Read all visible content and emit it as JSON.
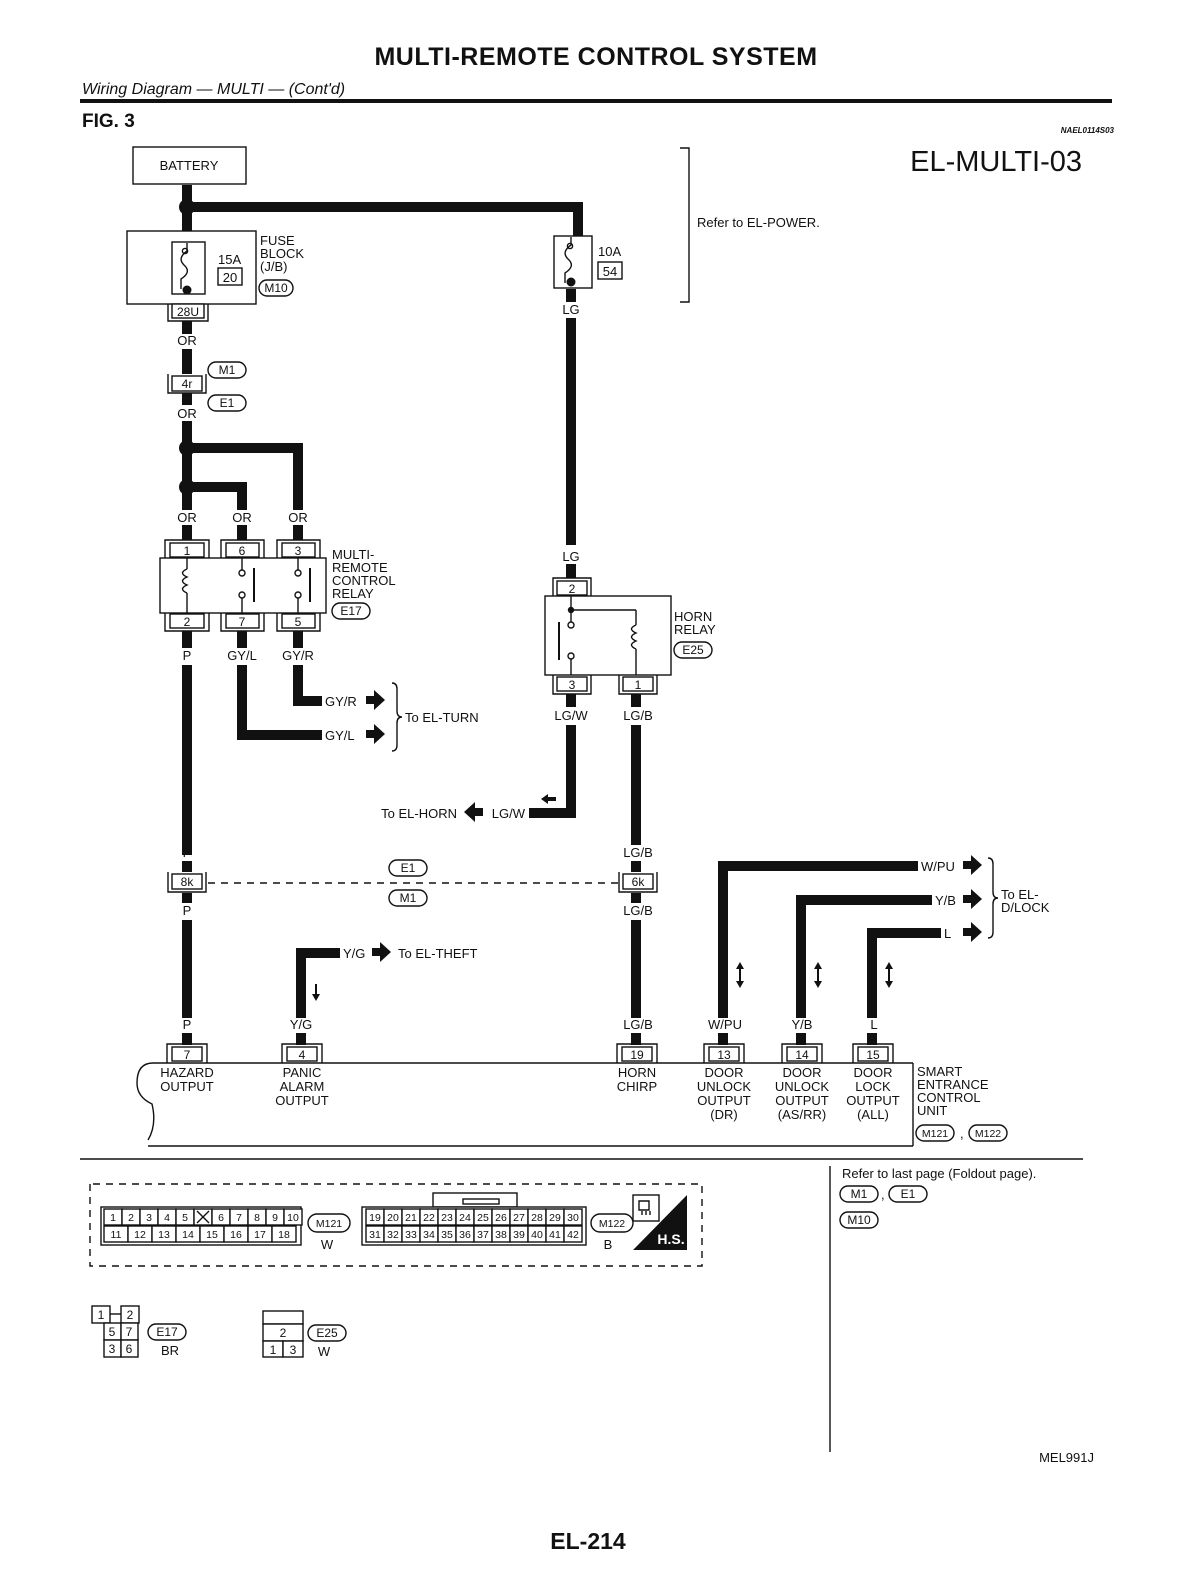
{
  "header": {
    "title": "MULTI-REMOTE CONTROL SYSTEM",
    "subtitle": "Wiring Diagram — MULTI — (Cont'd)",
    "figure": "FIG. 3",
    "ref_code": "NAEL0114S03",
    "diagram_code": "EL-MULTI-03"
  },
  "battery": {
    "label": "BATTERY"
  },
  "refer_power": "Refer to EL-POWER.",
  "fuse_block": {
    "title_lines": [
      "FUSE",
      "BLOCK",
      "(J/B)"
    ],
    "connector": "M10",
    "fuse1_amp": "15A",
    "fuse1_num": "20",
    "fuse2_amp": "10A",
    "fuse2_num": "54",
    "out_pin": "28U"
  },
  "joint": {
    "pin": "4r",
    "upper": "M1",
    "lower": "E1"
  },
  "wires": {
    "or": "OR",
    "lg": "LG",
    "p": "P",
    "gyl": "GY/L",
    "gyr": "GY/R",
    "lgw": "LG/W",
    "lgb": "LG/B",
    "yg": "Y/G",
    "wpu": "W/PU",
    "yb": "Y/B",
    "l": "L"
  },
  "relay_multi": {
    "title_lines": [
      "MULTI-",
      "REMOTE",
      "CONTROL",
      "RELAY"
    ],
    "connector": "E17",
    "pins_top": [
      "1",
      "6",
      "3"
    ],
    "pins_bottom": [
      "2",
      "7",
      "5"
    ]
  },
  "relay_horn": {
    "title_lines": [
      "HORN",
      "RELAY"
    ],
    "connector": "E25",
    "pin_top": "2",
    "pins_bottom": [
      "3",
      "1"
    ]
  },
  "destinations": {
    "turn": "To EL-TURN",
    "horn": "To EL-HORN",
    "theft": "To EL-THEFT",
    "dlock_lines": [
      "To EL-",
      "D/LOCK"
    ]
  },
  "jumper": {
    "left_pin": "8k",
    "right_pin": "6k",
    "upper": "E1",
    "lower": "M1"
  },
  "control_unit": {
    "title_lines": [
      "SMART",
      "ENTRANCE",
      "CONTROL",
      "UNIT"
    ],
    "connectors": [
      "M121",
      "M122"
    ],
    "outputs": [
      {
        "pin": "7",
        "lines": [
          "HAZARD",
          "OUTPUT"
        ]
      },
      {
        "pin": "4",
        "lines": [
          "PANIC",
          "ALARM",
          "OUTPUT"
        ]
      },
      {
        "pin": "19",
        "lines": [
          "HORN",
          "CHIRP"
        ]
      },
      {
        "pin": "13",
        "lines": [
          "DOOR",
          "UNLOCK",
          "OUTPUT",
          "(DR)"
        ]
      },
      {
        "pin": "14",
        "lines": [
          "DOOR",
          "UNLOCK",
          "OUTPUT",
          "(AS/RR)"
        ]
      },
      {
        "pin": "15",
        "lines": [
          "DOOR",
          "LOCK",
          "OUTPUT",
          "(ALL)"
        ]
      }
    ]
  },
  "connector_views": {
    "m121": {
      "name": "M121",
      "color": "W",
      "row1": [
        "1",
        "2",
        "3",
        "4",
        "5",
        "",
        "6",
        "7",
        "8",
        "9",
        "10"
      ],
      "row2": [
        "11",
        "12",
        "13",
        "14",
        "15",
        "16",
        "17",
        "18"
      ]
    },
    "m122": {
      "name": "M122",
      "color": "B",
      "row1": [
        "19",
        "20",
        "21",
        "22",
        "23",
        "24",
        "25",
        "26",
        "27",
        "28",
        "29",
        "30"
      ],
      "row2": [
        "31",
        "32",
        "33",
        "34",
        "35",
        "36",
        "37",
        "38",
        "39",
        "40",
        "41",
        "42"
      ]
    },
    "hs": "H.S.",
    "e17": {
      "name": "E17",
      "color": "BR",
      "pins": [
        "1",
        "2",
        "5",
        "7",
        "3",
        "6"
      ]
    },
    "e25": {
      "name": "E25",
      "color": "W",
      "pins": [
        "2",
        "1",
        "3"
      ]
    }
  },
  "refer_foldout": {
    "text": "Refer to last page (Foldout page).",
    "connectors": [
      "M1",
      "E1",
      "M10"
    ]
  },
  "footer": {
    "ref": "MEL991J",
    "page": "EL-214"
  }
}
